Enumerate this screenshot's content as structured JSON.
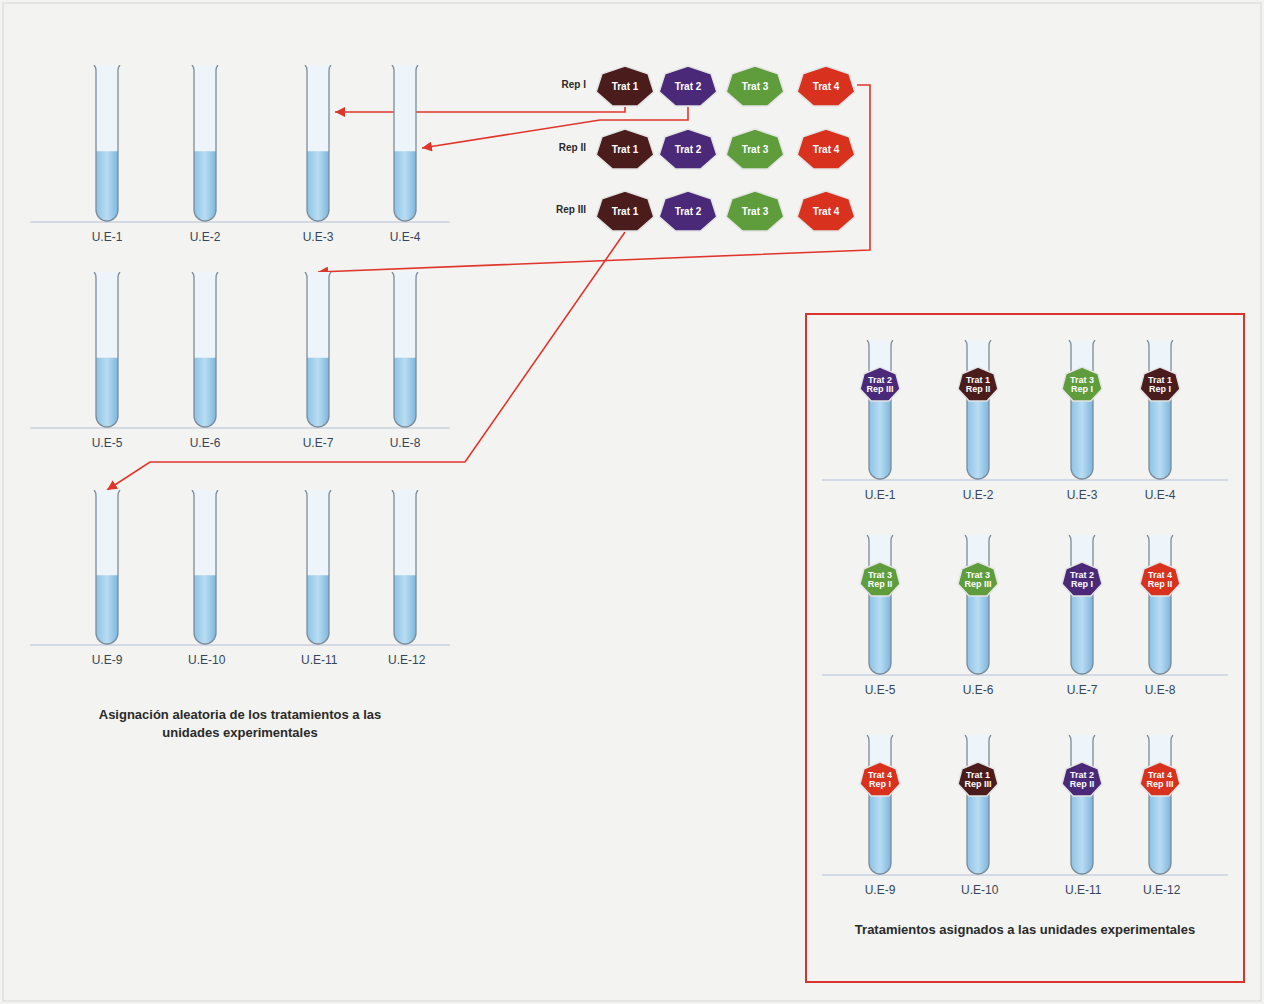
{
  "diagram": {
    "nodes": [
      {
        "text": [
          "U.E-1"
        ]
      },
      {
        "text": [
          "U.E-2"
        ]
      },
      {
        "text": [
          "U.E-3"
        ]
      },
      {
        "text": [
          "U.E-4"
        ]
      },
      {
        "text": [
          "U.E-5"
        ]
      },
      {
        "text": [
          "U.E-6"
        ]
      },
      {
        "text": [
          "U.E-7"
        ]
      },
      {
        "text": [
          "U.E-8"
        ]
      },
      {
        "text": [
          "U.E-9"
        ]
      },
      {
        "text": [
          "U.E-10"
        ]
      },
      {
        "text": [
          "U.E-11"
        ]
      },
      {
        "text": [
          "U.E-12"
        ]
      },
      {
        "text": [
          "Trat 1"
        ]
      },
      {
        "text": [
          "Trat 2"
        ]
      },
      {
        "text": [
          "Trat 3"
        ]
      },
      {
        "text": [
          "Trat 4"
        ]
      },
      {
        "text": [
          "Trat 1"
        ]
      },
      {
        "text": [
          "Trat 2"
        ]
      },
      {
        "text": [
          "Trat 3"
        ]
      },
      {
        "text": [
          "Trat 4"
        ]
      },
      {
        "text": [
          "Trat 1"
        ]
      },
      {
        "text": [
          "Trat 2"
        ]
      },
      {
        "text": [
          "Trat 3"
        ]
      },
      {
        "text": [
          "Trat 4"
        ]
      },
      {
        "text": [
          "Tratamientos asignados a las unidades experimentales"
        ]
      },
      {
        "text": [
          "U.E-1"
        ],
        "in": 24
      },
      {
        "text": [
          "Trat 2 Rep III"
        ],
        "in": 25
      },
      {
        "text": [
          "U.E-2"
        ],
        "in": 24
      },
      {
        "text": [
          "Trat 1 Rep II"
        ],
        "in": 27
      },
      {
        "text": [
          "U.E-3"
        ],
        "in": 24
      },
      {
        "text": [
          "Trat 3 Rep I"
        ],
        "in": 29
      },
      {
        "text": [
          "U.E-4"
        ],
        "in": 24
      },
      {
        "text": [
          "Trat 1 Rep I"
        ],
        "in": 31
      },
      {
        "text": [
          "U.E-5"
        ],
        "in": 24
      },
      {
        "text": [
          "Trat 3 Rep II"
        ],
        "in": 33
      },
      {
        "text": [
          "U.E-6"
        ],
        "in": 24
      },
      {
        "text": [
          "Trat 3 Rep III"
        ],
        "in": 35
      },
      {
        "text": [
          "U.E-7"
        ],
        "in": 24
      },
      {
        "text": [
          "Trat 2 Rep I"
        ],
        "in": 37
      },
      {
        "text": [
          "U.E-8"
        ],
        "in": 24
      },
      {
        "text": [
          "Trat 4 Rep II"
        ],
        "in": 39
      },
      {
        "text": [
          "U.E-9"
        ],
        "in": 24
      },
      {
        "text": [
          "Trat 4 Rep I"
        ],
        "in": 41
      },
      {
        "text": [
          "U.E-10"
        ],
        "in": 24
      },
      {
        "text": [
          "Trat 1 Rep III"
        ],
        "in": 43
      },
      {
        "text": [
          "U.E-11"
        ],
        "in": 24
      },
      {
        "text": [
          "Trat 2 Rep II"
        ],
        "in": 45
      },
      {
        "text": [
          "U.E-12"
        ],
        "in": 24
      },
      {
        "text": [
          "Trat 4 Rep III"
        ],
        "in": 47
      }
    ],
    "edges": [
      {
        "from": 12,
        "to": 2,
        "arrow": "to"
      },
      {
        "from": 13,
        "to": 3,
        "arrow": "to"
      },
      {
        "from": 15,
        "to": 6,
        "arrow": "to"
      },
      {
        "from": 20,
        "to": 8,
        "arrow": "to"
      }
    ],
    "labels": [
      "Rep I",
      "Rep II",
      "Rep III",
      "Asignación aleatoria de los tratamientos a las unidades experimentales"
    ]
  }
}
